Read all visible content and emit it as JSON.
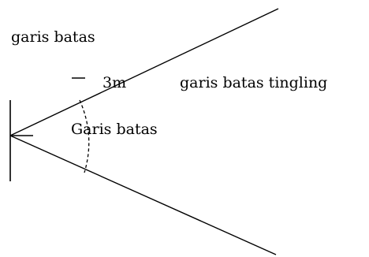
{
  "labels": {
    "boundary_outer": "garis batas",
    "distance": "3m",
    "boundary_tingling": "garis batas tingling",
    "boundary_inner": "Garis batas"
  },
  "colors": {
    "line": "#000000",
    "text": "#000000",
    "background": "#ffffff"
  }
}
